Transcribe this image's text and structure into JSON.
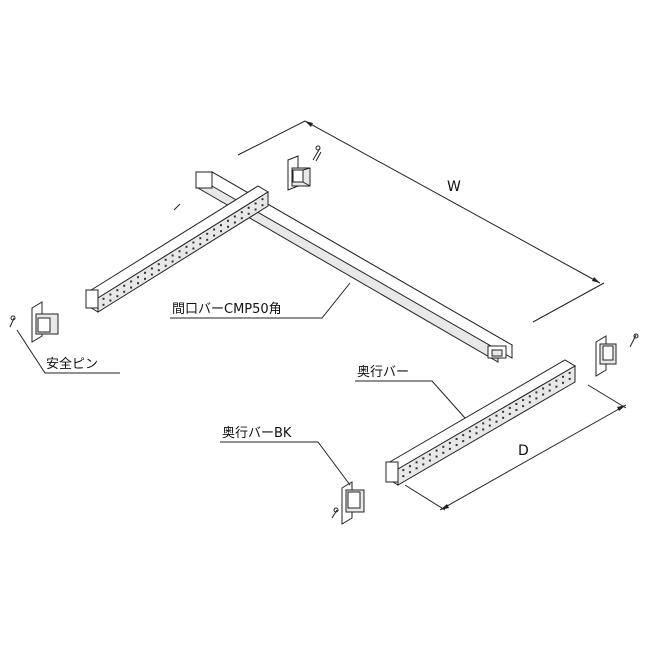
{
  "diagram": {
    "labels": {
      "width_dim": "W",
      "depth_dim": "D",
      "opening_bar": "間口バーCMP50角",
      "depth_bar": "奥行バー",
      "depth_bar_bk": "奥行バーBK",
      "safety_pin": "安全ピン"
    },
    "colors": {
      "line": "#222222",
      "background": "#ffffff"
    }
  }
}
